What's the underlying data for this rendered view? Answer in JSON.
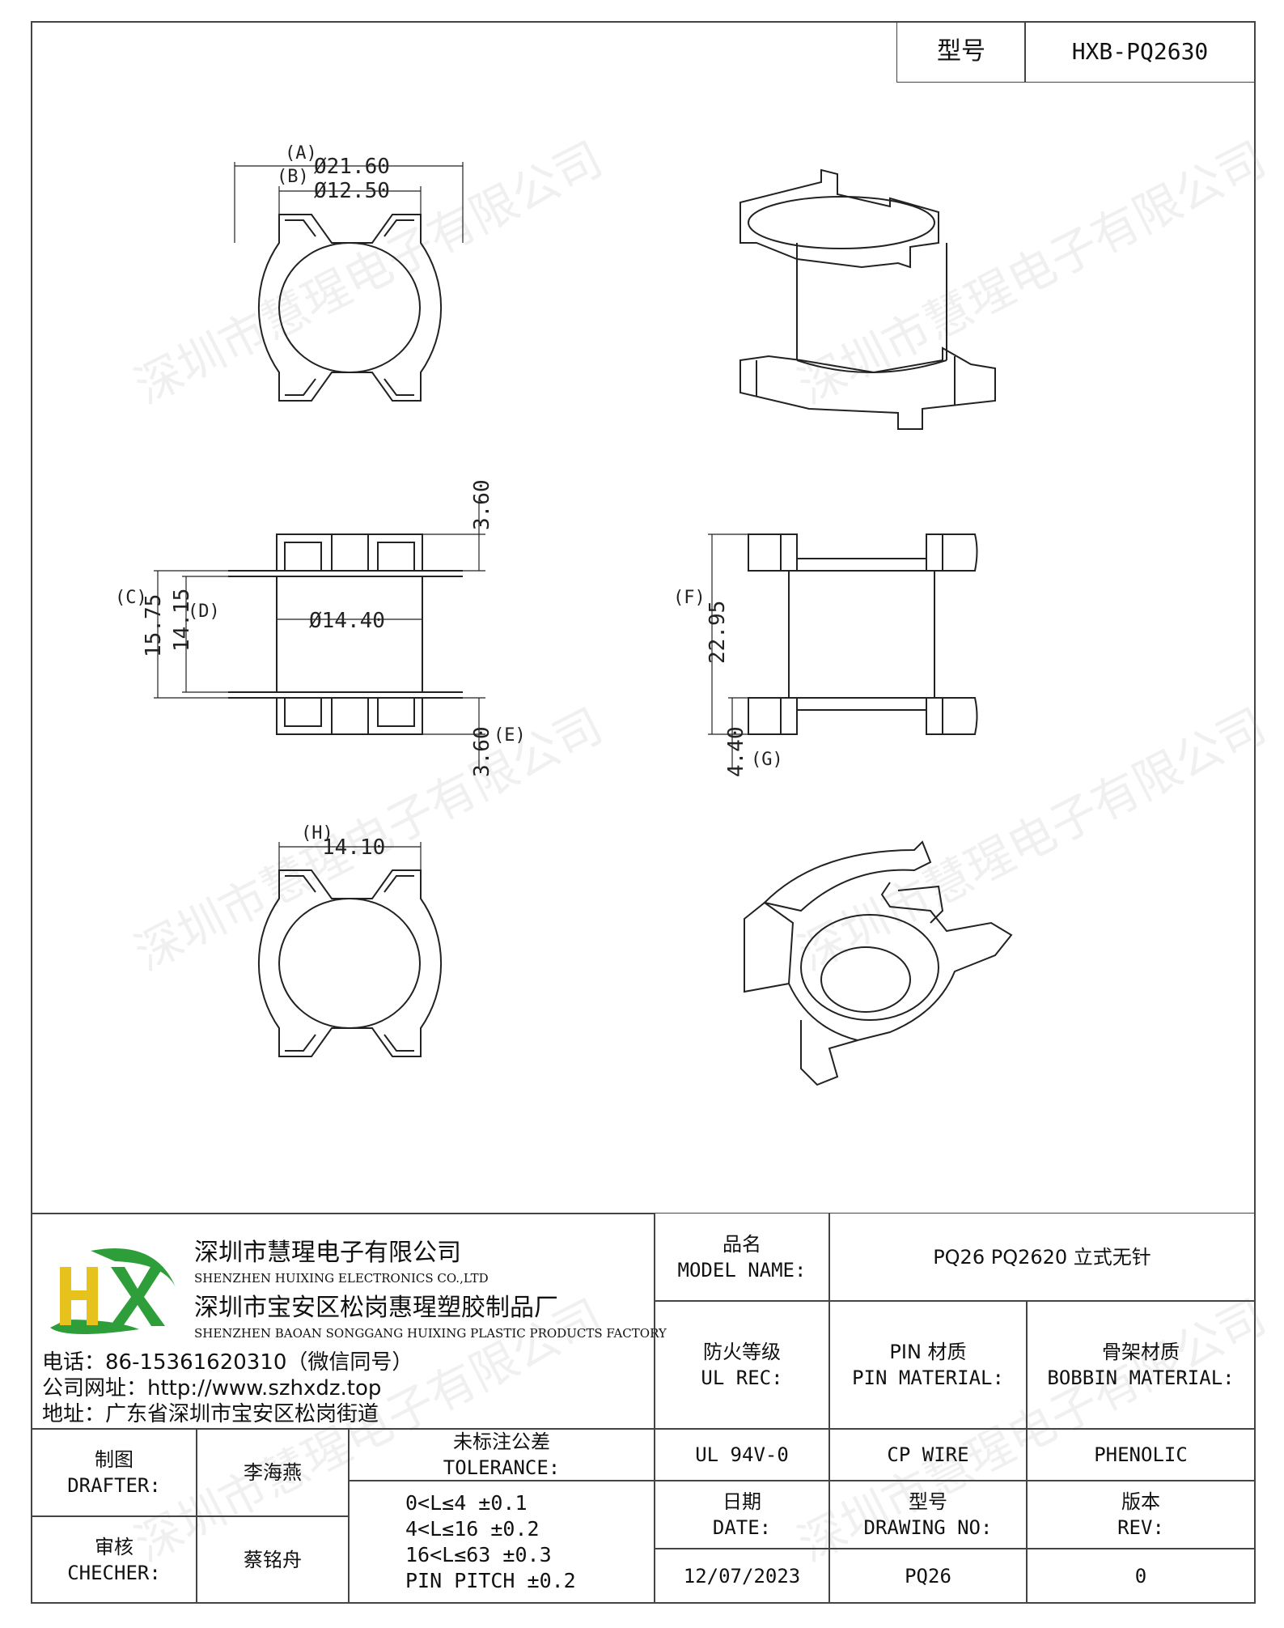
{
  "header": {
    "model_label": "型号",
    "model_value": "HXB-PQ2630"
  },
  "drawing": {
    "dims": {
      "A": "(A)",
      "A_val": "Ø21.60",
      "B": "(B)",
      "B_val": "Ø12.50",
      "C": "(C)",
      "C_val": "15.75",
      "D": "(D)",
      "D_val": "14.15",
      "E": "(E)",
      "E_val": "3.60",
      "top_val": "3.60",
      "mid_val": "Ø14.40",
      "F": "(F)",
      "F_val": "22.95",
      "G": "(G)",
      "G_val": "4.40",
      "H": "(H)",
      "H_val": "14.10"
    }
  },
  "watermark": "深圳市慧瑆电子有限公司",
  "company": {
    "name_cn": "深圳市慧瑆电子有限公司",
    "name_en": "SHENZHEN HUIXING ELECTRONICS CO.,LTD",
    "factory_cn": "深圳市宝安区松岗惠瑆塑胶制品厂",
    "factory_en": "SHENZHEN BAOAN SONGGANG HUIXING PLASTIC PRODUCTS FACTORY",
    "phone": "电话：86-15361620310（微信同号）",
    "website": "公司网址：http://www.szhxdz.top",
    "address": "地址：广东省深圳市宝安区松岗街道",
    "logo_text": "HX",
    "logo_green": "#2e9e3a",
    "logo_yellow": "#e8c21c"
  },
  "title_block": {
    "model_name_cn": "品名",
    "model_name_en": "MODEL NAME:",
    "model_name_value": "PQ26 PQ2620 立式无针",
    "ul_cn": "防火等级",
    "ul_en": "UL REC:",
    "pin_cn": "PIN 材质",
    "pin_en": "PIN MATERIAL:",
    "bobbin_cn": "骨架材质",
    "bobbin_en": "BOBBIN MATERIAL:",
    "ul_value": "UL 94V-0",
    "pin_value": "CP WIRE",
    "bobbin_value": "PHENOLIC",
    "drafter_cn": "制图",
    "drafter_en": "DRAFTER:",
    "drafter_name": "李海燕",
    "checker_cn": "审核",
    "checker_en": "CHECHER:",
    "checker_name": "蔡铭舟",
    "tol_cn": "未标注公差",
    "tol_en": "TOLERANCE:",
    "tol_lines": [
      "0<L≤4   ±0.1",
      "4<L≤16  ±0.2",
      "16<L≤63 ±0.3",
      "PIN PITCH ±0.2"
    ],
    "date_cn": "日期",
    "date_en": "DATE:",
    "drawing_no_cn": "型号",
    "drawing_no_en": "DRAWING NO:",
    "rev_cn": "版本",
    "rev_en": "REV:",
    "date_value": "12/07/2023",
    "drawing_no_value": "PQ26",
    "rev_value": "0"
  }
}
